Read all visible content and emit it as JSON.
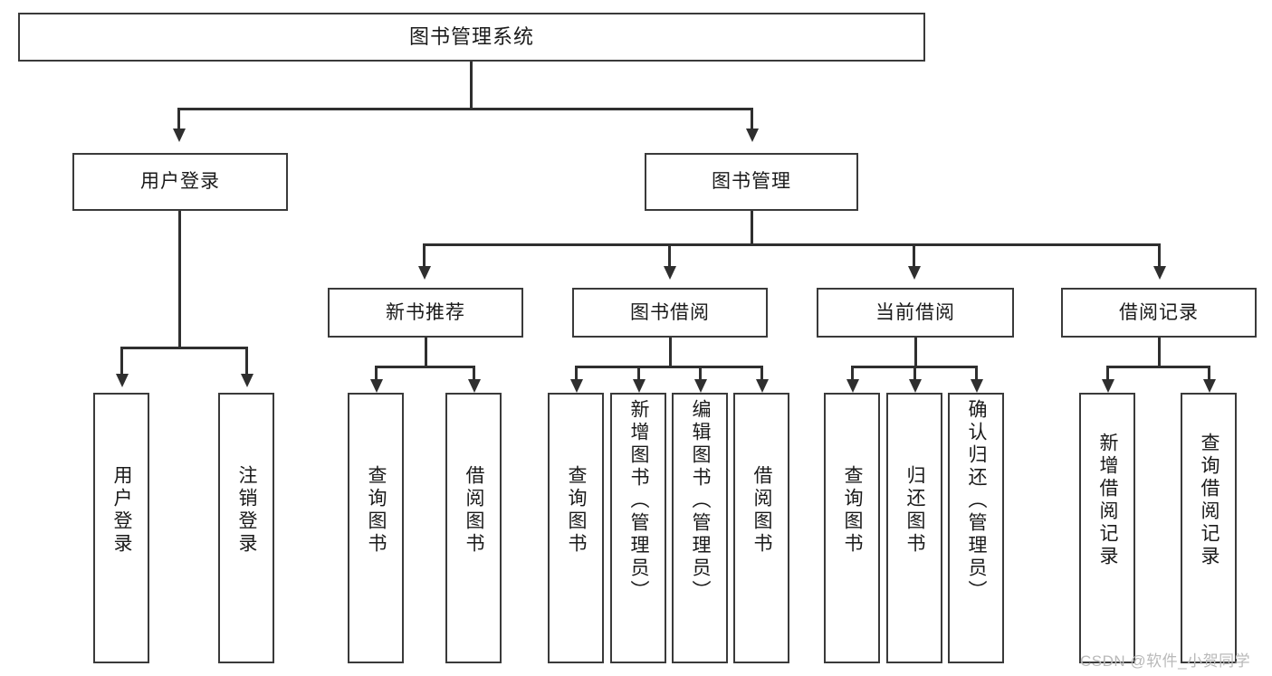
{
  "diagram": {
    "type": "tree-hierarchy",
    "title": "图书管理系统",
    "root": {
      "label": "图书管理系统"
    },
    "level2": [
      {
        "label": "用户登录"
      },
      {
        "label": "图书管理"
      }
    ],
    "level3": [
      {
        "label": "新书推荐"
      },
      {
        "label": "图书借阅"
      },
      {
        "label": "当前借阅"
      },
      {
        "label": "借阅记录"
      }
    ],
    "leaves": {
      "user_login": [
        {
          "label": "用户登录"
        },
        {
          "label": "注销登录"
        }
      ],
      "new_book_recommend": [
        {
          "label": "查询图书"
        },
        {
          "label": "借阅图书"
        }
      ],
      "book_borrow": [
        {
          "label": "查询图书"
        },
        {
          "label": "新增图书（管理员）"
        },
        {
          "label": "编辑图书（管理员）"
        },
        {
          "label": "借阅图书"
        }
      ],
      "current_borrow": [
        {
          "label": "查询图书"
        },
        {
          "label": "归还图书"
        },
        {
          "label": "确认归还（管理员）"
        }
      ],
      "borrow_record": [
        {
          "label": "新增借阅记录"
        },
        {
          "label": "查询借阅记录"
        }
      ]
    }
  },
  "watermark": {
    "text": "CSDN @软件_小贺同学"
  },
  "colors": {
    "box_border": "#3a3a3a",
    "connector": "#2f2f2f",
    "background": "#ffffff",
    "text": "#1a1a1a",
    "watermark": "#b9b9b9"
  }
}
